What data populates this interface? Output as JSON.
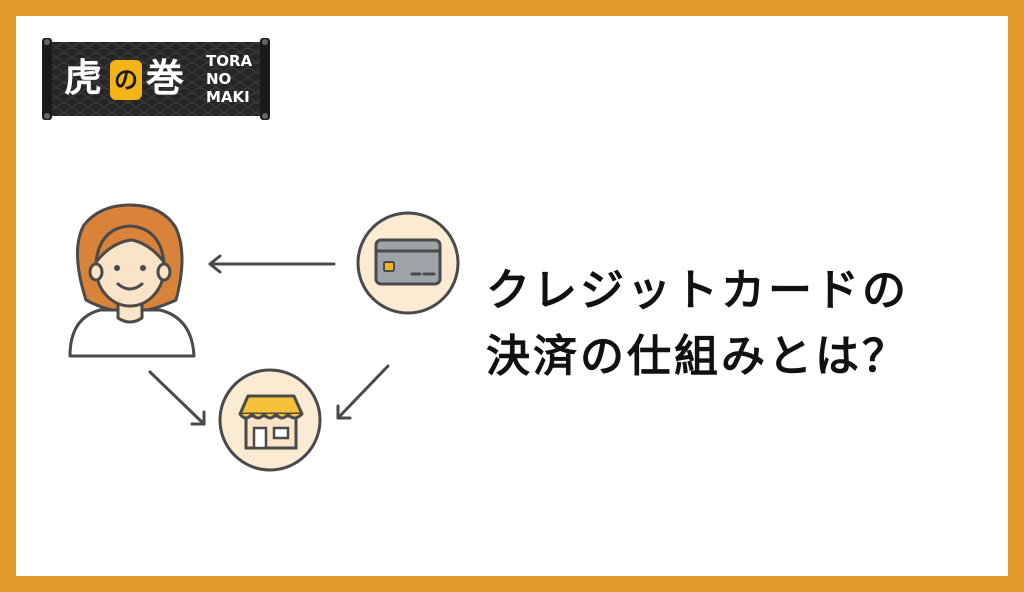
{
  "logo": {
    "kanji_1": "虎",
    "kanji_2": "の",
    "kanji_3": "巻",
    "latin_lines": [
      "TORA",
      "NO",
      "MAKI"
    ]
  },
  "headline": {
    "line_1": "クレジットカードの",
    "line_2": "決済の仕組みとは？"
  },
  "icons": {
    "person": "woman-avatar-icon",
    "card": "credit-card-icon",
    "store": "store-icon",
    "arrows": [
      "arrow-left-icon",
      "arrow-down-right-icon",
      "arrow-down-left-icon"
    ]
  },
  "colors": {
    "frame": "#E39A2C",
    "logo_bg": "#2a2a2a",
    "logo_badge": "#F2B417",
    "hair": "#D9823A",
    "circle_fill": "#FBEBD2",
    "card_fill": "#9DA3A6",
    "awning": "#F5C23A",
    "stroke": "#4a4a4a"
  }
}
